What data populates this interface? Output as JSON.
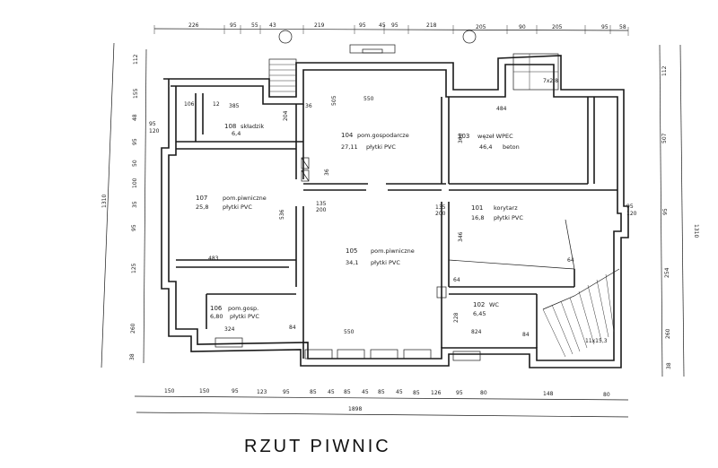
{
  "title": "RZUT PIWNIC",
  "top_dimensions": [
    "226",
    "95",
    "55",
    "43",
    "219",
    "95",
    "45",
    "95",
    "218",
    "205",
    "90",
    "205",
    "95",
    "58"
  ],
  "bottom_dimensions": [
    "150",
    "150",
    "95",
    "123",
    "95",
    "85",
    "45",
    "85",
    "45",
    "85",
    "45",
    "85",
    "126",
    "95",
    "80",
    "148",
    "80"
  ],
  "total_width": "1898",
  "left_dimensions": [
    "112",
    "155",
    "48",
    "95",
    "50",
    "100",
    "35",
    "95",
    "125",
    "260",
    "38"
  ],
  "left_total": "1310",
  "right_dimensions": [
    "112",
    "507",
    "95",
    "254",
    "260",
    "38"
  ],
  "right_total": "1310",
  "rooms": [
    {
      "id": "r108",
      "number": "108",
      "name": "składzik",
      "area": "6,4",
      "floor": ""
    },
    {
      "id": "r104",
      "number": "104",
      "name": "pom.gospodarcze",
      "area": "27,11",
      "floor": "płytki PVC"
    },
    {
      "id": "r103",
      "number": "103",
      "name": "węzeł WPEC",
      "area": "46,4",
      "floor": "beton"
    },
    {
      "id": "r107",
      "number": "107",
      "name": "pom.piwniczne",
      "area": "25,8",
      "floor": "płytki PVC"
    },
    {
      "id": "r101",
      "number": "101",
      "name": "korytarz",
      "area": "16,8",
      "floor": "płytki PVC"
    },
    {
      "id": "r105",
      "number": "105",
      "name": "pom.piwniczne",
      "area": "34,1",
      "floor": "płytki PVC"
    },
    {
      "id": "r106",
      "number": "106",
      "name": "pom.gosp.",
      "area": "6,80",
      "floor": "płytki PVC"
    },
    {
      "id": "r102",
      "number": "102",
      "name": "WC",
      "area": "6,45",
      "floor": ""
    }
  ],
  "inner_dimensions": [
    "385",
    "12",
    "106",
    "550",
    "484",
    "483",
    "550",
    "324",
    "824",
    "84",
    "84",
    "64",
    "135",
    "200",
    "135",
    "200",
    "505",
    "360",
    "346",
    "536",
    "204",
    "228",
    "36",
    "36",
    "64"
  ],
  "window_labels": [
    "95",
    "120"
  ],
  "stairs": [
    {
      "id": "stair-top-right",
      "label": "7x2,8"
    },
    {
      "id": "stair-bottom-right",
      "label": "11x15,3"
    }
  ]
}
